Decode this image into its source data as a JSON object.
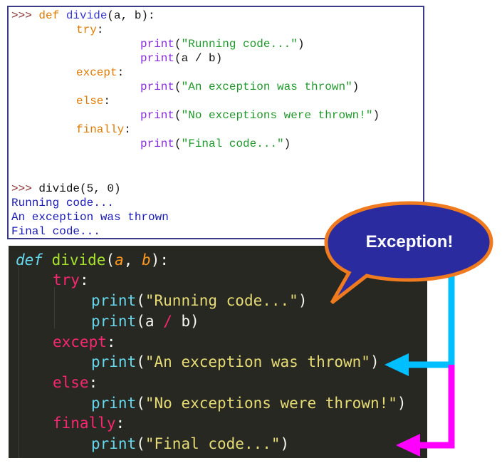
{
  "idle_panel": {
    "lines": [
      {
        "prompt": ">>> ",
        "kw": "def ",
        "fn": "divide",
        "txt": "(a, b):"
      },
      {
        "kw": "try",
        "txt": ":"
      },
      {
        "builtin": "print",
        "txt": "(",
        "str": "\"Running code...\"",
        "end": ")"
      },
      {
        "builtin": "print",
        "txt": "(a / b)"
      },
      {
        "kw": "except",
        "txt": ":"
      },
      {
        "builtin": "print",
        "txt": "(",
        "str": "\"An exception was thrown\"",
        "end": ")"
      },
      {
        "kw": "else",
        "txt": ":"
      },
      {
        "builtin": "print",
        "txt": "(",
        "str": "\"No exceptions were thrown!\"",
        "end": ")"
      },
      {
        "kw": "finally",
        "txt": ":"
      },
      {
        "builtin": "print",
        "txt": "(",
        "str": "\"Final code...\"",
        "end": ")"
      }
    ],
    "call": {
      "prompt": ">>> ",
      "txt": "divide(5, 0)"
    },
    "output": [
      "Running code...",
      "An exception was thrown",
      "Final code..."
    ]
  },
  "editor_panel": {
    "def_kw": "def",
    "fn_name": "divide",
    "param_a": "a",
    "param_b": "b",
    "try_kw": "try",
    "except_kw": "except",
    "else_kw": "else",
    "finally_kw": "finally",
    "print_fn": "print",
    "str_running": "\"Running code...\"",
    "str_exception": "\"An exception was thrown\"",
    "str_no_exception": "\"No exceptions were thrown!\"",
    "str_final": "\"Final code...\"",
    "div_a": "a",
    "div_op": "/",
    "div_b": "b"
  },
  "bubble": {
    "label": "Exception!",
    "fill_color": "#2b2ba0",
    "border_color": "#f07a1e"
  },
  "arrows": {
    "except_arrow_color": "#00bfff",
    "finally_arrow_color": "#ff00ff"
  }
}
